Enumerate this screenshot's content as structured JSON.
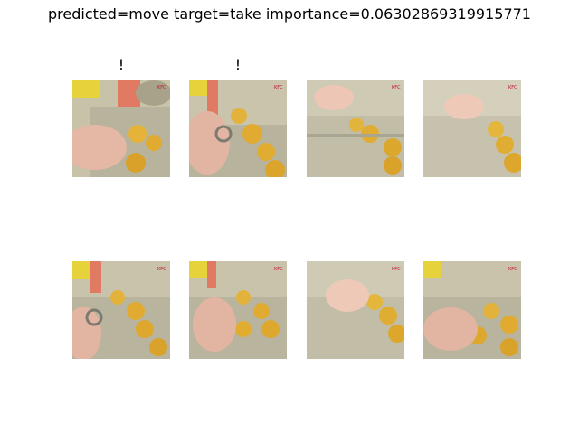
{
  "figure": {
    "title": "predicted=move target=take importance=0.06302869319915771"
  },
  "frames": [
    {
      "mark": "!",
      "logo": "KFC"
    },
    {
      "mark": "!",
      "logo": "KFC"
    },
    {
      "mark": "",
      "logo": "KFC"
    },
    {
      "mark": "",
      "logo": "KFC"
    },
    {
      "mark": "",
      "logo": "KFC"
    },
    {
      "mark": "",
      "logo": "KFC"
    },
    {
      "mark": "",
      "logo": "KFC"
    },
    {
      "mark": "",
      "logo": "KFC"
    }
  ]
}
